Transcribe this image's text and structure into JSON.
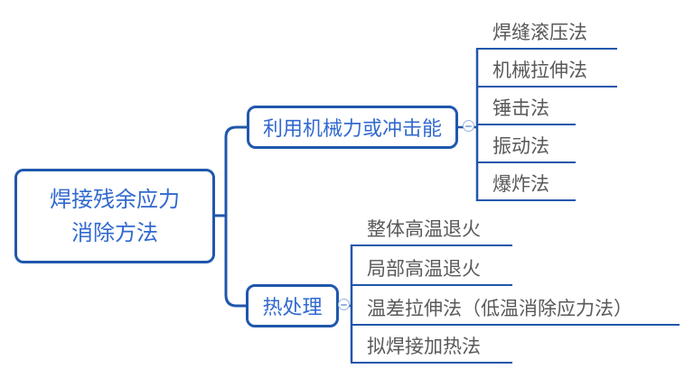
{
  "root": {
    "label": "焊接残余应力\n消除方法"
  },
  "branches": [
    {
      "label": "利用机械力或冲击能",
      "children": [
        "焊缝滚压法",
        "机械拉伸法",
        "锤击法",
        "振动法",
        "爆炸法"
      ]
    },
    {
      "label": "热处理",
      "children": [
        "整体高温退火",
        "局部高温退火",
        "温差拉伸法（低温消除应力法）",
        "拟焊接加热法"
      ]
    }
  ],
  "colors": {
    "line": "#2057AC",
    "node_text": "#3269CF",
    "leaf_text": "#58595B",
    "collapse": "#96B3DE",
    "background": "#FFFFFF"
  }
}
